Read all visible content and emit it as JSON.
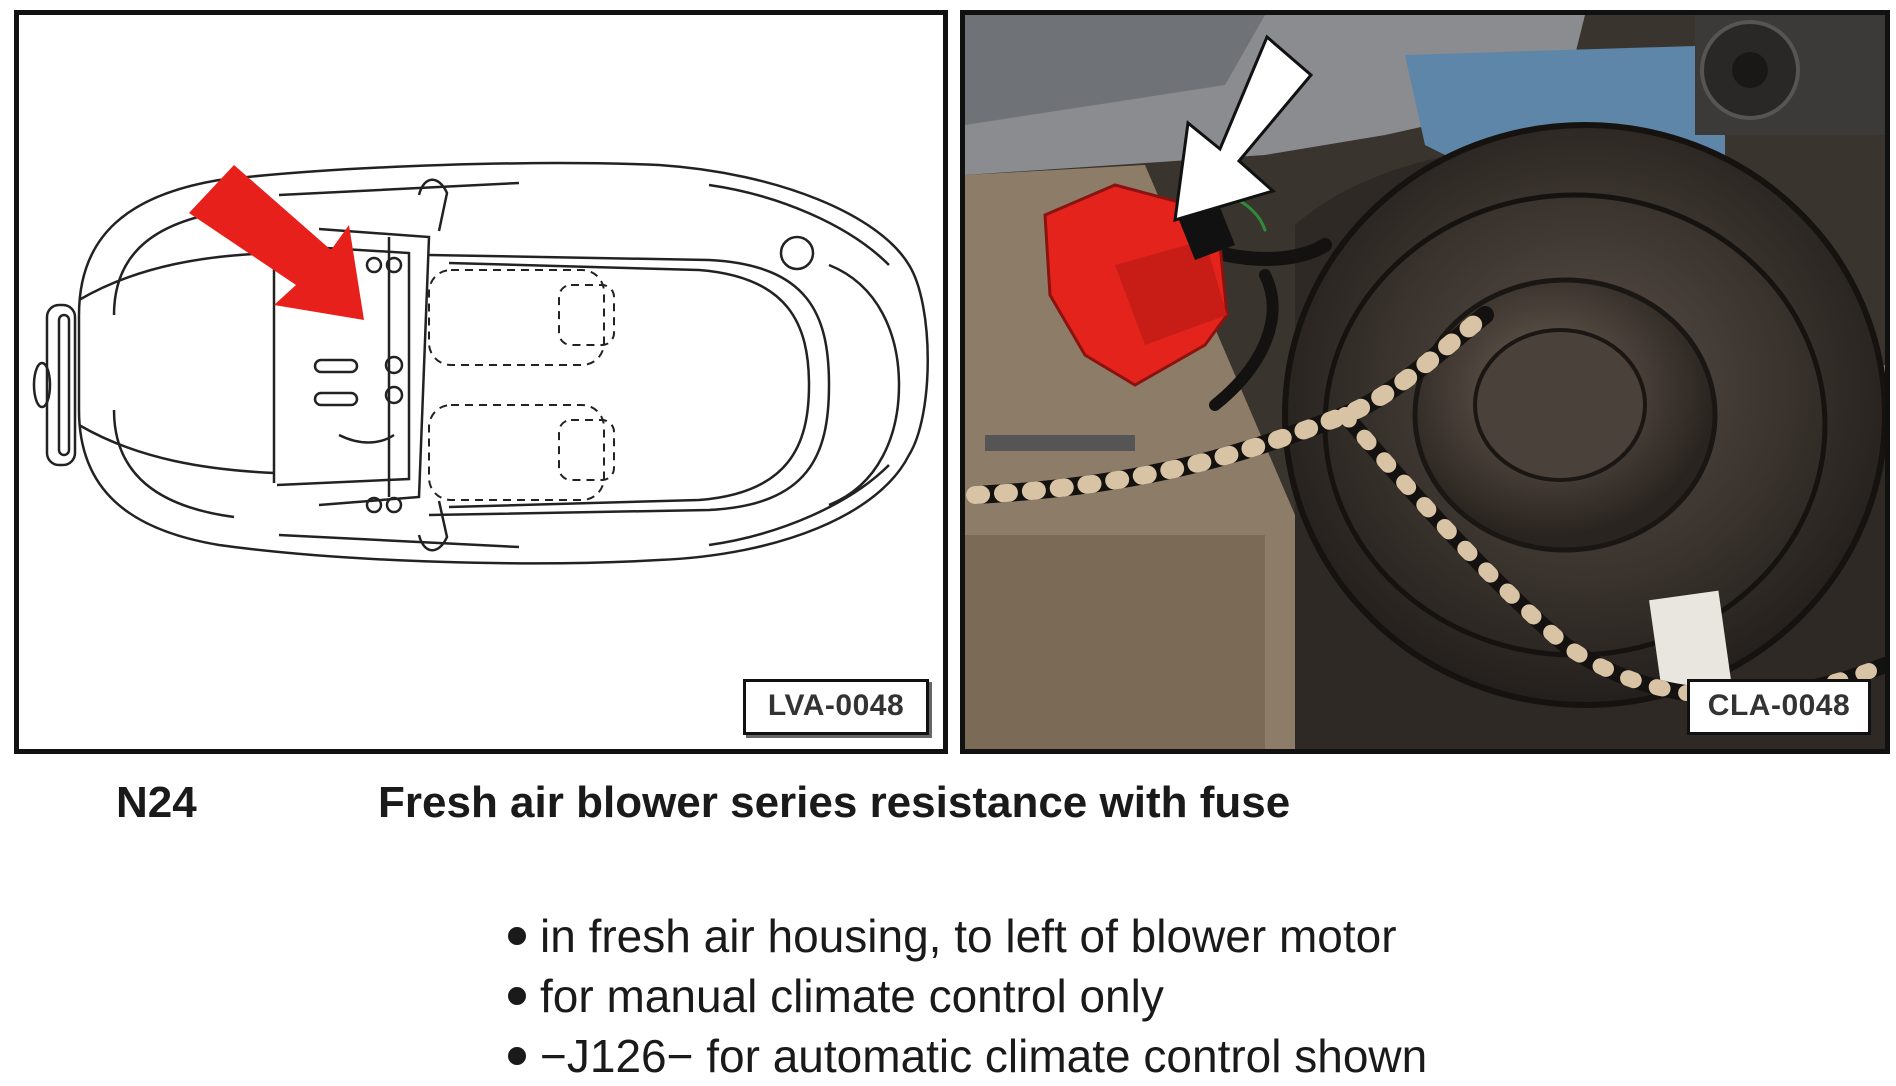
{
  "figures": {
    "diagram_reference": "LVA-0048",
    "photo_reference": "CLA-0048",
    "diagram_arrow_color": "#e8201c",
    "photo_arrow_color": "#ffffff",
    "component_color": "#e5231d"
  },
  "component": {
    "code": "N24",
    "title": "Fresh air blower series resistance with fuse"
  },
  "notes": [
    "in fresh air housing, to left of blower motor",
    "for manual climate control only",
    "−J126− for automatic climate control shown"
  ]
}
